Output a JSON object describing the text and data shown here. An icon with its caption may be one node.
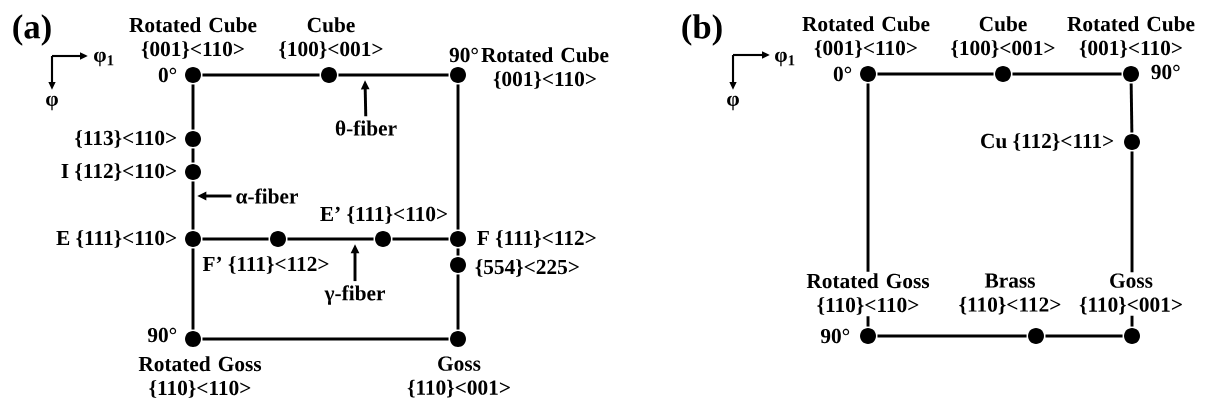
{
  "diagram": {
    "nodes": [
      {
        "text": [],
        "shape": "circle",
        "beside": [
          "Rotated Cube {001}<110>",
          "0°"
        ]
      },
      {
        "text": [],
        "shape": "circle",
        "beside": [
          "Cube {100}<001>"
        ]
      },
      {
        "text": [],
        "shape": "circle",
        "beside": [
          "90°",
          "Rotated Cube {001}<110>"
        ]
      },
      {
        "text": [],
        "shape": "circle",
        "beside": [
          "{113}<110>"
        ]
      },
      {
        "text": [],
        "shape": "circle",
        "beside": [
          "I {112}<110>"
        ]
      },
      {
        "text": [],
        "shape": "circle",
        "beside": [
          "E {111}<110>"
        ]
      },
      {
        "text": [],
        "shape": "circle",
        "beside": [
          "F’ {111}<112>"
        ]
      },
      {
        "text": [],
        "shape": "circle",
        "beside": [
          "E’ {111}<110>"
        ]
      },
      {
        "text": [],
        "shape": "circle",
        "beside": [
          "F {111}<112>"
        ]
      },
      {
        "text": [],
        "shape": "circle",
        "beside": [
          "{554}<225>"
        ]
      },
      {
        "text": [],
        "shape": "circle",
        "beside": [
          "90°",
          "Rotated Goss {110}<110>"
        ]
      },
      {
        "text": [],
        "shape": "circle",
        "beside": [
          "Goss {110}<001>"
        ]
      },
      {
        "text": [
          "θ-fiber"
        ]
      },
      {
        "text": [
          "α-fiber"
        ]
      },
      {
        "text": [
          "γ-fiber"
        ]
      },
      {
        "text": [],
        "shape": "circle",
        "beside": [
          "Rotated Cube {001}<110>",
          "0°"
        ]
      },
      {
        "text": [],
        "shape": "circle",
        "beside": [
          "Cube {100}<001>"
        ]
      },
      {
        "text": [],
        "shape": "circle",
        "beside": [
          "Rotated Cube {001}<110>",
          "90°"
        ]
      },
      {
        "text": [],
        "shape": "circle",
        "beside": [
          "Cu {112}<111>"
        ]
      },
      {
        "text": [],
        "shape": "circle",
        "beside": [
          "Rotated Goss {110}<110>",
          "90°"
        ]
      },
      {
        "text": [],
        "shape": "circle",
        "beside": [
          "Brass {110}<112>"
        ]
      },
      {
        "text": [],
        "shape": "circle",
        "beside": [
          "Goss {110}<001>"
        ]
      }
    ],
    "edges": [
      {
        "from": 0,
        "to": 1,
        "arrow": "none"
      },
      {
        "from": 1,
        "to": 2,
        "arrow": "none"
      },
      {
        "from": 0,
        "to": 3,
        "arrow": "none"
      },
      {
        "from": 3,
        "to": 4,
        "arrow": "none"
      },
      {
        "from": 4,
        "to": 5,
        "arrow": "none"
      },
      {
        "from": 5,
        "to": 10,
        "arrow": "none"
      },
      {
        "from": 5,
        "to": 6,
        "arrow": "none"
      },
      {
        "from": 6,
        "to": 7,
        "arrow": "none"
      },
      {
        "from": 7,
        "to": 8,
        "arrow": "none"
      },
      {
        "from": 2,
        "to": 8,
        "arrow": "none"
      },
      {
        "from": 8,
        "to": 9,
        "arrow": "none"
      },
      {
        "from": 9,
        "to": 11,
        "arrow": "none"
      },
      {
        "from": 10,
        "to": 11,
        "arrow": "none"
      },
      {
        "from": 12,
        "to": null,
        "arrow": "to"
      },
      {
        "from": 13,
        "to": null,
        "arrow": "to"
      },
      {
        "from": 14,
        "to": null,
        "arrow": "to"
      },
      {
        "from": 15,
        "to": 16,
        "arrow": "none"
      },
      {
        "from": 16,
        "to": 17,
        "arrow": "none"
      },
      {
        "from": 15,
        "to": 19,
        "arrow": "none"
      },
      {
        "from": 17,
        "to": 18,
        "arrow": "none"
      },
      {
        "from": 18,
        "to": 21,
        "arrow": "none"
      },
      {
        "from": 19,
        "to": 20,
        "arrow": "none"
      },
      {
        "from": 20,
        "to": 21,
        "arrow": "none"
      }
    ],
    "labels": [
      "(a)",
      "φ$_{1}$",
      "φ",
      "(b)",
      "φ$_{1}$",
      "φ"
    ]
  }
}
